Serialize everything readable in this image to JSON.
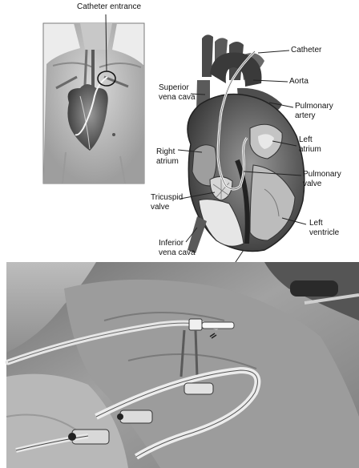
{
  "labels": {
    "catheter_entrance": "Catheter entrance",
    "catheter": "Catheter",
    "aorta": "Aorta",
    "superior_vena_cava": [
      "Superior",
      "vena cava"
    ],
    "pulmonary_artery": [
      "Pulmonary",
      "artery"
    ],
    "left_atrium": [
      "Left",
      "atrium"
    ],
    "right_atrium": [
      "Right",
      "atrium"
    ],
    "pulmonary_valve": [
      "Pulmonary",
      "valve"
    ],
    "tricuspid_valve": [
      "Tricuspid",
      "valve"
    ],
    "left_ventricle": [
      "Left",
      "ventricle"
    ],
    "inferior_vena_cava": [
      "Inferior",
      "vena cava"
    ]
  },
  "colors": {
    "background": "#ffffff",
    "label_text": "#111111",
    "leader_line": "#222222",
    "heart_dark": "#2a2a2a",
    "heart_mid": "#6e6e6e",
    "heart_light": "#bdbdbd",
    "photo_bg": "#8a8a8a"
  }
}
